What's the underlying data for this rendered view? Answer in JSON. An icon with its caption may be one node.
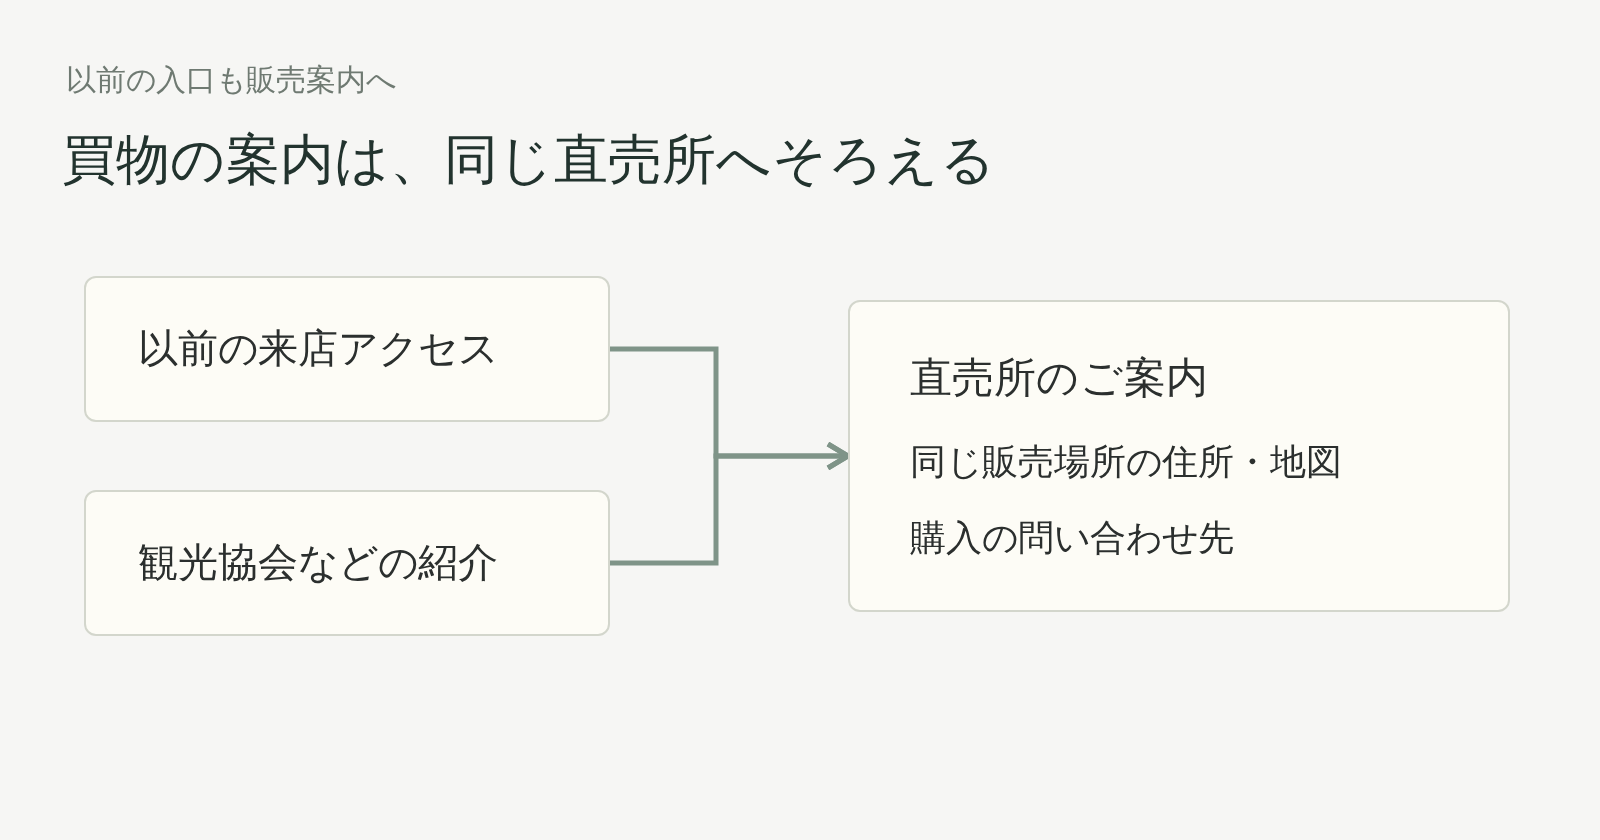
{
  "diagram": {
    "title": "買物の案内は、同じ直売所へそろえる",
    "nodes": [
      {
        "text": [
          "以前の来店アクセス"
        ]
      },
      {
        "text": [
          "観光協会などの紹介"
        ]
      },
      {
        "text": [
          "直売所のご案内",
          "同じ販売場所の住所・地図",
          "購入の問い合わせ先"
        ]
      }
    ],
    "edges": [
      {
        "from": 0,
        "to": 2,
        "arrow": "to"
      },
      {
        "from": 1,
        "to": 2,
        "arrow": "to"
      }
    ],
    "labels": [
      "以前の入口も販売案内へ"
    ]
  }
}
